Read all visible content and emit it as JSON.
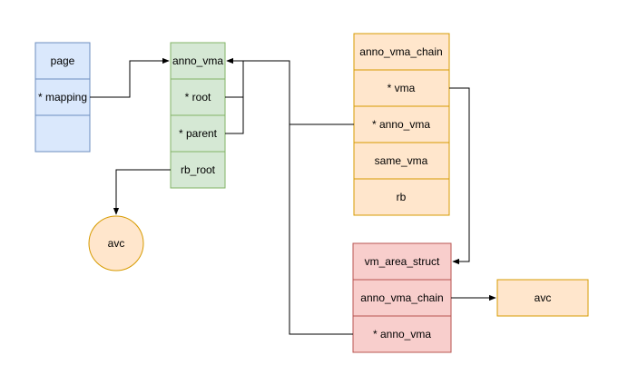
{
  "page_struct": {
    "cells": [
      "page",
      "* mapping",
      ""
    ]
  },
  "anon_vma": {
    "cells": [
      "anno_vma",
      "* root",
      "* parent",
      "rb_root"
    ]
  },
  "anon_vma_chain": {
    "cells": [
      "anno_vma_chain",
      "* vma",
      "* anno_vma",
      "same_vma",
      "rb"
    ]
  },
  "vm_area_struct": {
    "cells": [
      "vm_area_struct",
      "anno_vma_chain",
      "* anno_vma"
    ]
  },
  "avc_circle": {
    "label": "avc"
  },
  "avc_box": {
    "label": "avc"
  },
  "colors": {
    "blue_fill": "#dae8fc",
    "blue_stroke": "#6c8ebf",
    "green_fill": "#d5e8d4",
    "green_stroke": "#82b366",
    "orange_fill": "#ffe6cc",
    "orange_stroke": "#d79b00",
    "yellow_fill": "#fff2cc",
    "yellow_stroke": "#d6b656",
    "red_fill": "#f8cecc",
    "red_stroke": "#b85450"
  }
}
